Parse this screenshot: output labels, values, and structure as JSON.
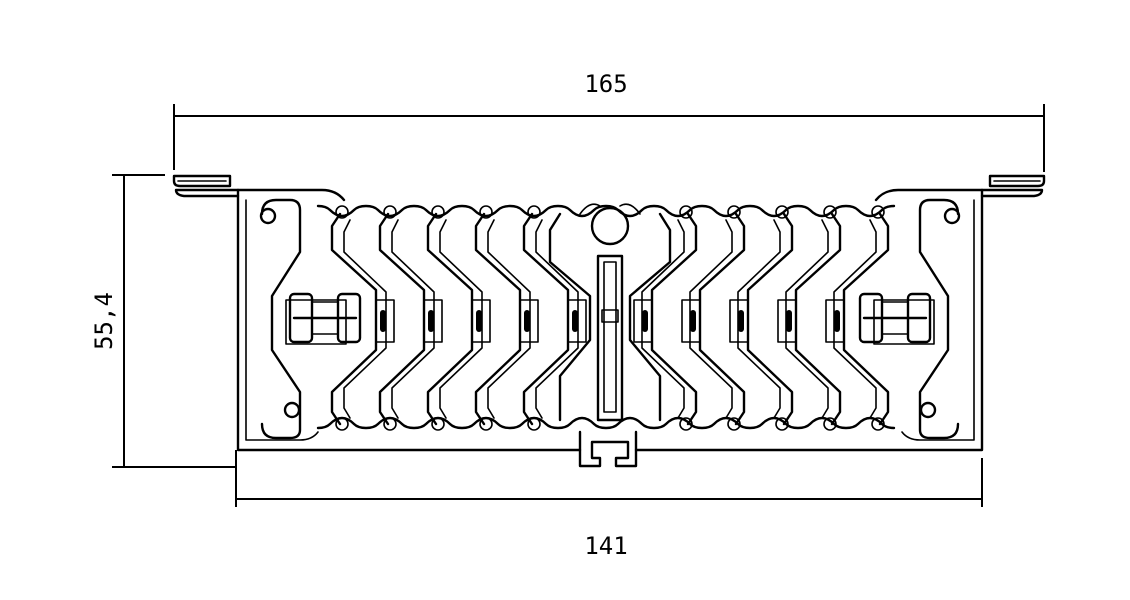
{
  "dimensions": {
    "overall_width": "165",
    "height": "55,4",
    "base_width": "141"
  },
  "style": {
    "line_color": "#000000",
    "background": "#ffffff"
  }
}
